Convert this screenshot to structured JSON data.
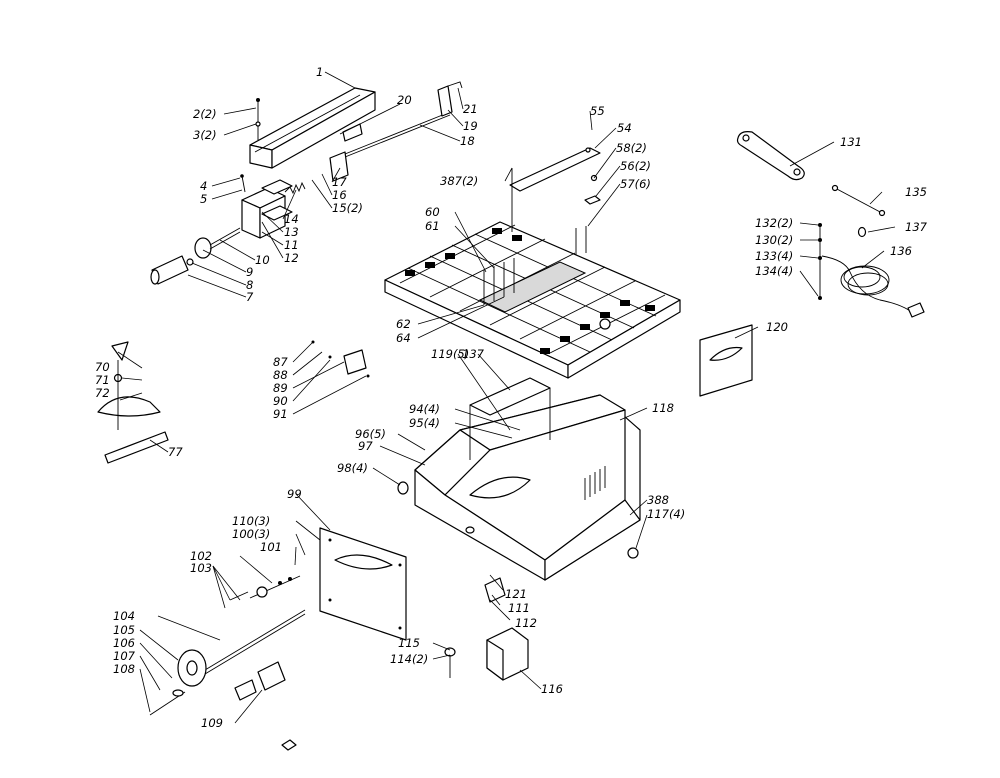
{
  "parts": [
    {
      "id": "p1",
      "label": "1"
    },
    {
      "id": "p2",
      "label": "2(2)"
    },
    {
      "id": "p3",
      "label": "3(2)"
    },
    {
      "id": "p4",
      "label": "4"
    },
    {
      "id": "p5",
      "label": "5"
    },
    {
      "id": "p7",
      "label": "7"
    },
    {
      "id": "p8",
      "label": "8"
    },
    {
      "id": "p9",
      "label": "9"
    },
    {
      "id": "p10",
      "label": "10"
    },
    {
      "id": "p11",
      "label": "11"
    },
    {
      "id": "p12",
      "label": "12"
    },
    {
      "id": "p13",
      "label": "13"
    },
    {
      "id": "p14",
      "label": "14"
    },
    {
      "id": "p15",
      "label": "15(2)"
    },
    {
      "id": "p16",
      "label": "16"
    },
    {
      "id": "p17",
      "label": "17"
    },
    {
      "id": "p18",
      "label": "18"
    },
    {
      "id": "p19",
      "label": "19"
    },
    {
      "id": "p20",
      "label": "20"
    },
    {
      "id": "p21",
      "label": "21"
    },
    {
      "id": "p54",
      "label": "54"
    },
    {
      "id": "p55",
      "label": "55"
    },
    {
      "id": "p56",
      "label": "56(2)"
    },
    {
      "id": "p57",
      "label": "57(6)"
    },
    {
      "id": "p58",
      "label": "58(2)"
    },
    {
      "id": "p60",
      "label": "60"
    },
    {
      "id": "p61",
      "label": "61"
    },
    {
      "id": "p62",
      "label": "62"
    },
    {
      "id": "p64",
      "label": "64"
    },
    {
      "id": "p70",
      "label": "70"
    },
    {
      "id": "p71",
      "label": "71"
    },
    {
      "id": "p72",
      "label": "72"
    },
    {
      "id": "p77",
      "label": "77"
    },
    {
      "id": "p87",
      "label": "87"
    },
    {
      "id": "p88",
      "label": "88"
    },
    {
      "id": "p89",
      "label": "89"
    },
    {
      "id": "p90",
      "label": "90"
    },
    {
      "id": "p91",
      "label": "91"
    },
    {
      "id": "p94",
      "label": "94(4)"
    },
    {
      "id": "p95",
      "label": "95(4)"
    },
    {
      "id": "p96",
      "label": "96(5)"
    },
    {
      "id": "p97",
      "label": "97"
    },
    {
      "id": "p98",
      "label": "98(4)"
    },
    {
      "id": "p99",
      "label": "99"
    },
    {
      "id": "p100",
      "label": "100(3)"
    },
    {
      "id": "p101",
      "label": "101"
    },
    {
      "id": "p102",
      "label": "102"
    },
    {
      "id": "p103",
      "label": "103"
    },
    {
      "id": "p104",
      "label": "104"
    },
    {
      "id": "p105",
      "label": "105"
    },
    {
      "id": "p106",
      "label": "106"
    },
    {
      "id": "p107",
      "label": "107"
    },
    {
      "id": "p108",
      "label": "108"
    },
    {
      "id": "p109",
      "label": "109"
    },
    {
      "id": "p110",
      "label": "110(3)"
    },
    {
      "id": "p111",
      "label": "111"
    },
    {
      "id": "p112",
      "label": "112"
    },
    {
      "id": "p114",
      "label": "114(2)"
    },
    {
      "id": "p115",
      "label": "115"
    },
    {
      "id": "p116",
      "label": "116"
    },
    {
      "id": "p117",
      "label": "117(4)"
    },
    {
      "id": "p118",
      "label": "118"
    },
    {
      "id": "p119",
      "label": "119(5)"
    },
    {
      "id": "p120",
      "label": "120"
    },
    {
      "id": "p121",
      "label": "121"
    },
    {
      "id": "p130",
      "label": "130(2)"
    },
    {
      "id": "p131",
      "label": "131"
    },
    {
      "id": "p132",
      "label": "132(2)"
    },
    {
      "id": "p133",
      "label": "133(4)"
    },
    {
      "id": "p134",
      "label": "134(4)"
    },
    {
      "id": "p135",
      "label": "135"
    },
    {
      "id": "p136",
      "label": "136"
    },
    {
      "id": "p137a",
      "label": "137"
    },
    {
      "id": "p137b",
      "label": "137"
    },
    {
      "id": "p387",
      "label": "387(2)"
    },
    {
      "id": "p388",
      "label": "388"
    }
  ]
}
